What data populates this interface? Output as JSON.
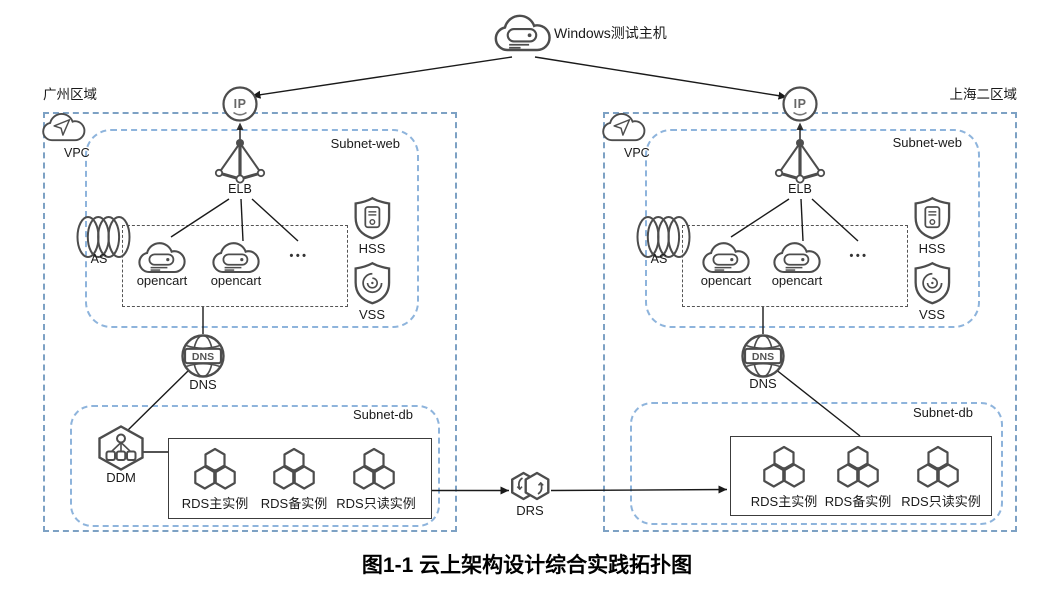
{
  "caption": "图1-1 云上架构设计综合实践拓扑图",
  "colors": {
    "region_border": "#7da1c4",
    "subnet_border": "#8eb4dc",
    "line": "#1a1a1a",
    "icon_stroke": "#4d4d4d"
  },
  "test_host": {
    "label": "Windows测试主机"
  },
  "drs": {
    "label": "DRS"
  },
  "regions": [
    {
      "name": "广州区域",
      "vpc_label": "VPC",
      "eip_text": "IP",
      "elb_label": "ELB",
      "subnet_web": {
        "label": "Subnet-web",
        "as_label": "AS",
        "ecs_labels": [
          "opencart",
          "opencart"
        ],
        "more_dots": "•••",
        "hss_label": "HSS",
        "vss_label": "VSS"
      },
      "dns": {
        "icon_text": "DNS",
        "label": "DNS"
      },
      "subnet_db": {
        "label": "Subnet-db",
        "ddm_label": "DDM",
        "rds_labels": [
          "RDS主实例",
          "RDS备实例",
          "RDS只读实例"
        ]
      }
    },
    {
      "name": "上海二区域",
      "vpc_label": "VPC",
      "eip_text": "IP",
      "elb_label": "ELB",
      "subnet_web": {
        "label": "Subnet-web",
        "as_label": "AS",
        "ecs_labels": [
          "opencart",
          "opencart"
        ],
        "more_dots": "•••",
        "hss_label": "HSS",
        "vss_label": "VSS"
      },
      "dns": {
        "icon_text": "DNS",
        "label": "DNS"
      },
      "subnet_db": {
        "label": "Subnet-db",
        "rds_labels": [
          "RDS主实例",
          "RDS备实例",
          "RDS只读实例"
        ]
      }
    }
  ]
}
